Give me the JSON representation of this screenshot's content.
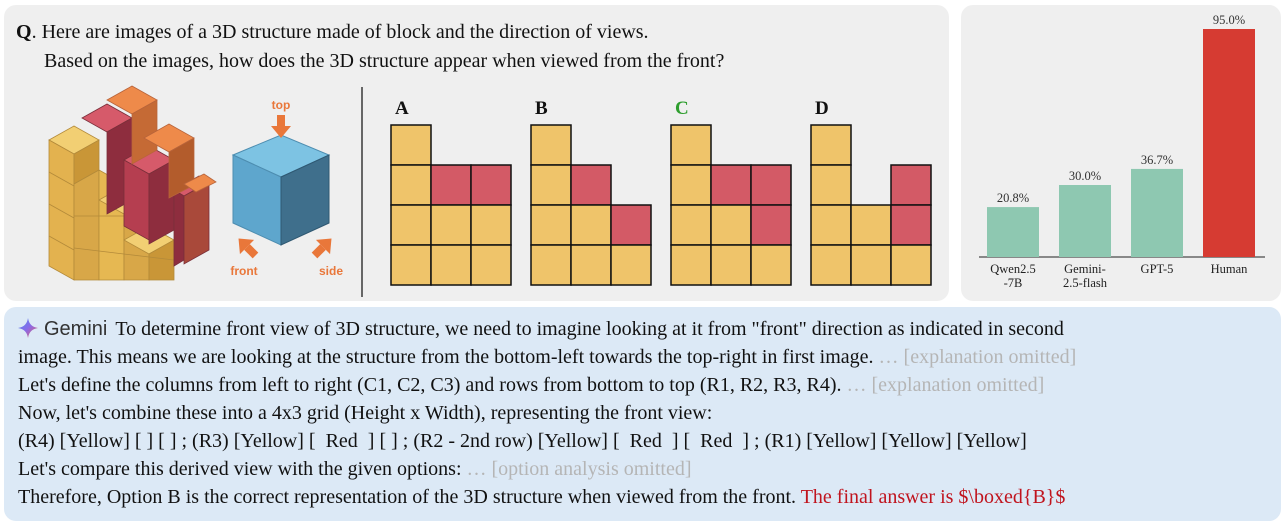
{
  "question": {
    "prefix": "Q",
    "line1": ". Here are images of a 3D structure made of block and the direction of views.",
    "line2": "Based on the images, how does the 3D structure appear when viewed from the front?",
    "view_labels": {
      "top": "top",
      "front": "front",
      "side": "side"
    },
    "options": [
      {
        "label": "A",
        "rows": [
          [
            "Y",
            "",
            ""
          ],
          [
            "Y",
            "R",
            "R"
          ],
          [
            "Y",
            "Y",
            "Y"
          ],
          [
            "Y",
            "Y",
            "Y"
          ]
        ]
      },
      {
        "label": "B",
        "rows": [
          [
            "Y",
            "",
            ""
          ],
          [
            "Y",
            "R",
            ""
          ],
          [
            "Y",
            "Y",
            "R"
          ],
          [
            "Y",
            "Y",
            "Y"
          ]
        ]
      },
      {
        "label": "C",
        "rows": [
          [
            "Y",
            "",
            ""
          ],
          [
            "Y",
            "R",
            "R"
          ],
          [
            "Y",
            "Y",
            "R"
          ],
          [
            "Y",
            "Y",
            "Y"
          ]
        ]
      },
      {
        "label": "D",
        "rows": [
          [
            "Y",
            "",
            ""
          ],
          [
            "Y",
            "",
            "R"
          ],
          [
            "Y",
            "Y",
            "R"
          ],
          [
            "Y",
            "Y",
            "Y"
          ]
        ]
      }
    ],
    "correct_option": "C",
    "colors": {
      "yellow": "#efc46a",
      "red": "#d35a66",
      "correct": "#2e9e2e"
    }
  },
  "chart_data": {
    "type": "bar",
    "categories": [
      "Qwen2.5\n-7B",
      "Gemini-\n2.5-flash",
      "GPT-5",
      "Human"
    ],
    "values": [
      20.8,
      30.0,
      36.7,
      95.0
    ],
    "value_labels": [
      "20.8%",
      "30.0%",
      "36.7%",
      "95.0%"
    ],
    "colors": [
      "#8ec8b1",
      "#8ec8b1",
      "#8ec8b1",
      "#d63b32"
    ],
    "ylim": [
      0,
      100
    ],
    "title": "",
    "xlabel": "",
    "ylabel": ""
  },
  "answer": {
    "brand": "Gemini",
    "line1": "To determine front view of 3D structure, we need to imagine looking at it from \"front\" direction as indicated in second",
    "line2": "image. This means we are looking at the structure from the bottom-left towards the top-right in first image.",
    "line2_omit": " … [explanation omitted]",
    "line3": "Let's define the columns from left to right (C1, C2, C3) and rows from bottom to top (R1, R2, R3, R4).",
    "line3_omit": " … [explanation omitted]",
    "line4": "Now, let's combine these into a 4x3 grid (Height x Width), representing the front view:",
    "line5": "(R4) [Yellow] [ ] [ ] ; (R3) [Yellow] [  Red  ] [ ] ; (R2 - 2nd row) [Yellow] [  Red  ] [  Red  ] ; (R1) [Yellow] [Yellow] [Yellow]",
    "line6": "Let's compare this derived view with the given options:",
    "line6_omit": " … [option analysis omitted]",
    "line7": "Therefore, Option B is the correct representation of the 3D structure when viewed from the front.",
    "line7_final": " The final answer is $\\boxed{B}$"
  }
}
